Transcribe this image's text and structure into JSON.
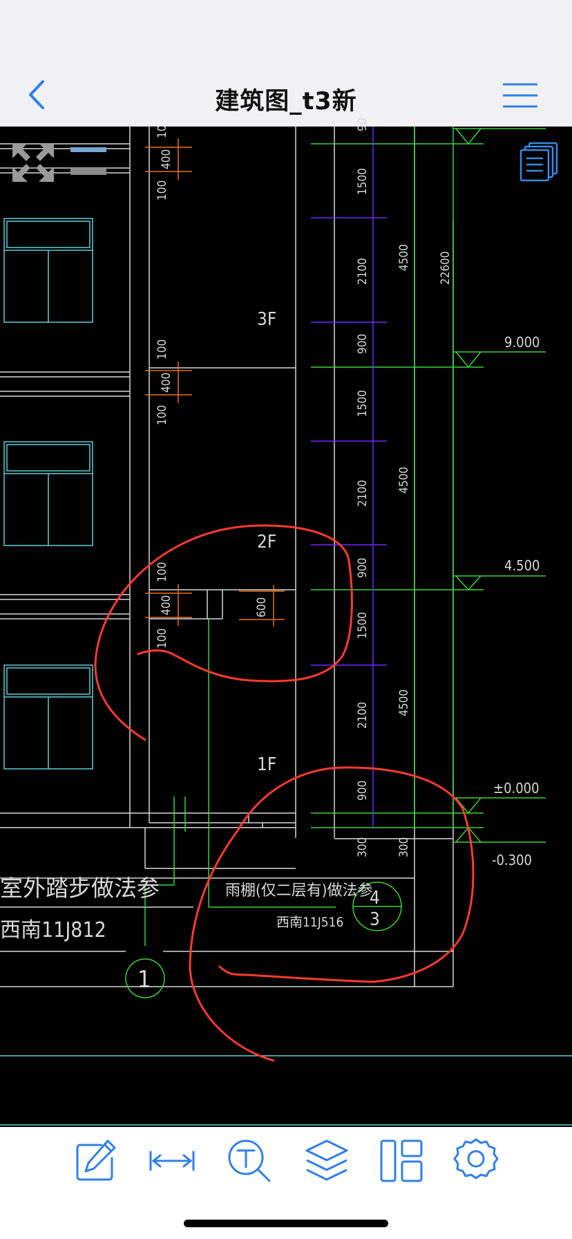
{
  "header": {
    "title": "建筑图_t3新",
    "back_icon": "chevron-left-icon",
    "menu_icon": "hamburger-menu-icon",
    "accent": "#2f7fe8"
  },
  "overlay": {
    "fullscreen_icon": "expand-arrows-icon",
    "layers_icon": "document-stack-icon"
  },
  "drawing": {
    "floors": [
      "3F",
      "2F",
      "1F"
    ],
    "elevations": [
      "9.000",
      "4.500",
      "±0.000",
      "-0.300"
    ],
    "left_dims": [
      "100",
      "400",
      "100",
      "100",
      "400",
      "100",
      "100",
      "400",
      "100",
      "10"
    ],
    "canopy_dim": "600",
    "mid_dims": [
      "1500",
      "2100",
      "900",
      "1500",
      "2100",
      "900",
      "1500",
      "2100",
      "900",
      "300",
      "90"
    ],
    "right_dims": [
      "4500",
      "4500",
      "4500",
      "300"
    ],
    "total_dim": "22600",
    "note_steps_1": "室外踏步做法参",
    "note_steps_2": "西南11J812",
    "note_canopy_1": "雨棚(仅二层有)做法参",
    "note_canopy_2": "西南11J516",
    "detail_1": "1",
    "detail_top": "4",
    "detail_bottom": "3",
    "colors": {
      "green": "#3ed43e",
      "cyan": "#5fd0d8",
      "white": "#d8d8d8",
      "purple": "#6a2cff",
      "orange": "#e8741c",
      "red_markup": "#ff3b30"
    }
  },
  "toolbar": {
    "items": [
      {
        "icon": "edit-pencil-icon"
      },
      {
        "icon": "measure-distance-icon"
      },
      {
        "icon": "text-search-icon"
      },
      {
        "icon": "layers-icon"
      },
      {
        "icon": "layout-panels-icon"
      },
      {
        "icon": "settings-gear-icon"
      }
    ]
  }
}
